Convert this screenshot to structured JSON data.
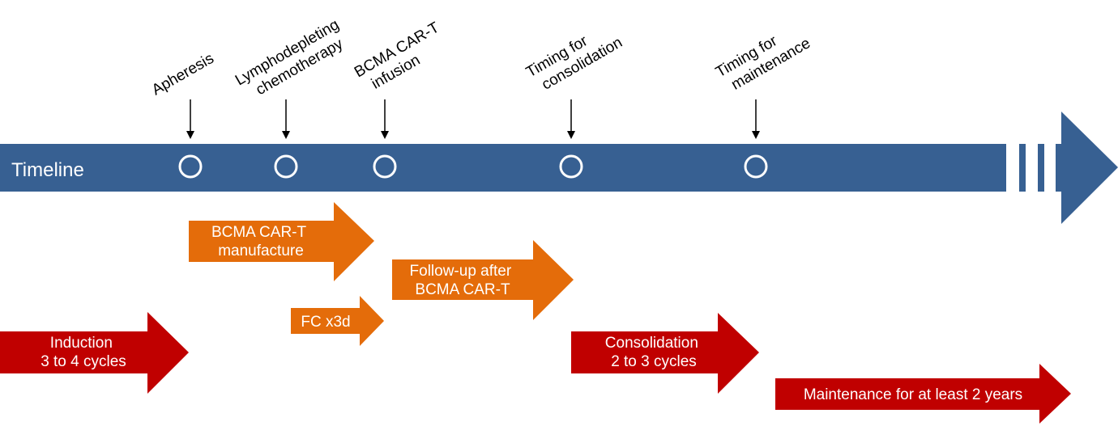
{
  "colors": {
    "timeline_bar": "#376092",
    "milestone_ring": "#ffffff",
    "orange_arrow": "#e46c0a",
    "red_arrow": "#c00000",
    "text_dark": "#000000",
    "text_light": "#ffffff"
  },
  "timeline": {
    "label": "Timeline"
  },
  "milestones": [
    {
      "lines": [
        "Apheresis"
      ]
    },
    {
      "lines": [
        "Lymphodepleting",
        "chemotherapy"
      ]
    },
    {
      "lines": [
        "BCMA CAR-T",
        "infusion"
      ]
    },
    {
      "lines": [
        "Timing for",
        "consolidation"
      ]
    },
    {
      "lines": [
        "Timing for",
        "maintenance"
      ]
    }
  ],
  "phases": [
    {
      "lines": [
        "BCMA CAR-T",
        "manufacture"
      ],
      "color": "orange"
    },
    {
      "lines": [
        "FC x3d"
      ],
      "color": "orange"
    },
    {
      "lines": [
        "Follow-up after",
        "BCMA CAR-T"
      ],
      "color": "orange"
    },
    {
      "lines": [
        "Induction",
        "3 to 4 cycles"
      ],
      "color": "red"
    },
    {
      "lines": [
        "Consolidation",
        "2 to 3 cycles"
      ],
      "color": "red"
    },
    {
      "lines": [
        "Maintenance for at least 2 years"
      ],
      "color": "red"
    }
  ]
}
